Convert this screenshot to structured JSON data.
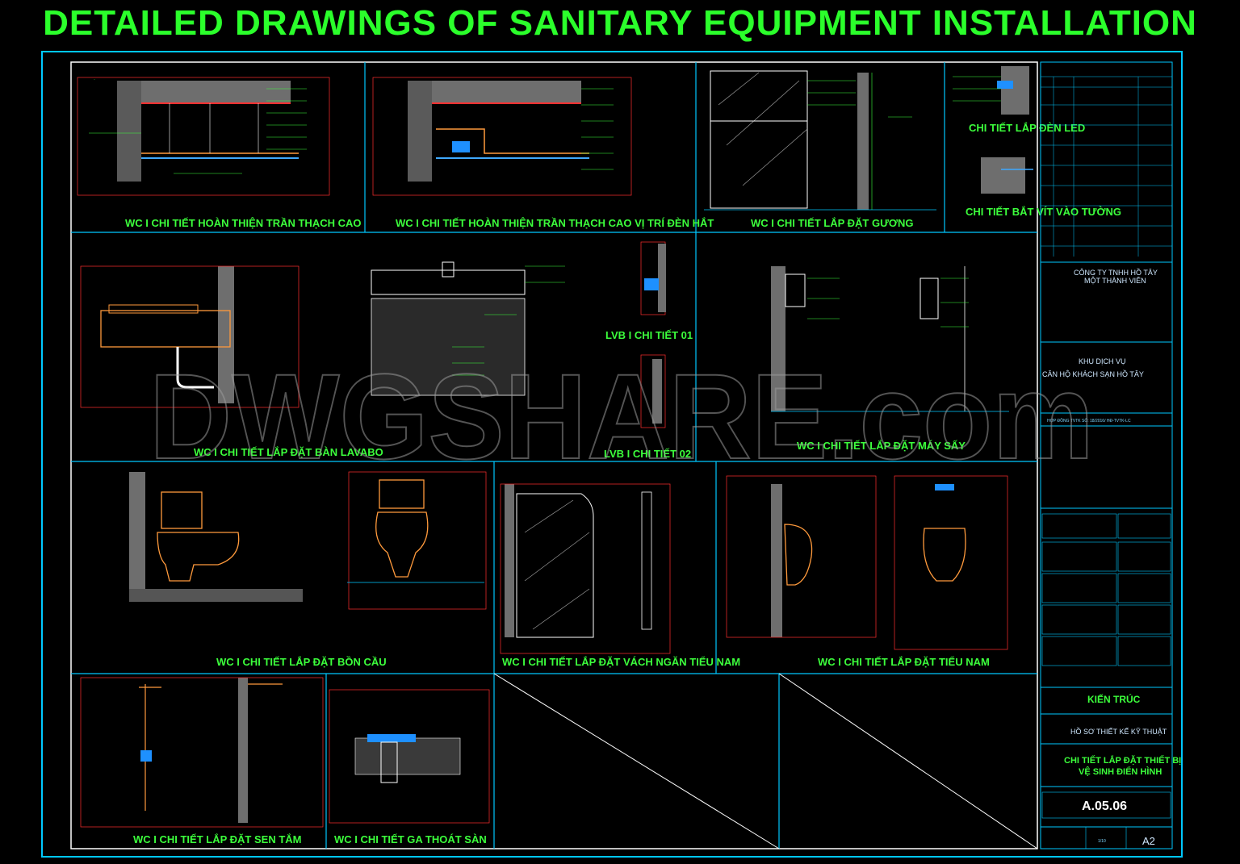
{
  "title": "DETAILED DRAWINGS OF SANITARY EQUIPMENT INSTALLATION",
  "watermark": "DWGSHARE.com",
  "colors": {
    "frame": "#00c8ff",
    "title": "#2bff2b",
    "annotation": "#3cff3c",
    "wall": "#7a7a7a",
    "fixture": "#ff9a3c",
    "section": "#ff3030"
  },
  "panels": {
    "ceiling": "WC I CHI TIẾT HOÀN THIỆN TRẦN THẠCH CAO",
    "ceiling_light": "WC I CHI TIẾT HOÀN THIỆN TRẦN THẠCH CAO VỊ TRÍ ĐÈN HẮT",
    "mirror": "WC I CHI TIẾT LẮP ĐẶT GƯƠNG",
    "led": "CHI TIẾT LẮP ĐÈN LED",
    "screw": "CHI TIẾT BẮT VÍT VÀO TƯỜNG",
    "lavabo": "WC I CHI TIẾT LẮP ĐẶT BÀN LAVABO",
    "lvb1": "LVB I CHI TIẾT 01",
    "lvb2": "LVB I CHI TIẾT 02",
    "dryer": "WC I CHI TIẾT LẮP ĐẶT MÁY SẤY",
    "toilet": "WC I CHI TIẾT LẮP ĐẶT BỒN CẦU",
    "partition": "WC I CHI TIẾT LẮP ĐẶT VÁCH NGĂN TIỂU NAM",
    "urinal": "WC I CHI TIẾT LẮP ĐẶT TIỂU NAM",
    "shower": "WC I CHI TIẾT LẮP ĐẶT SEN TẮM",
    "drain": "WC I CHI TIẾT GA THOÁT SÀN"
  },
  "title_block": {
    "company_line1": "CÔNG TY TNHH HỒ TÂY",
    "company_line2": "MỘT THÀNH VIÊN",
    "project_line1": "KHU DỊCH VỤ",
    "project_line2": "CĂN HỘ KHÁCH SẠN HỒ TÂY",
    "contract": "HỢP ĐỒNG TVTK SỐ: 18/2016/ HĐ-TVTK-LC",
    "discipline": "KIẾN TRÚC",
    "stage": "HỒ SƠ THIẾT KẾ KỸ THUẬT",
    "sheet_title_line1": "CHI TIẾT LẮP ĐẶT THIẾT BỊ",
    "sheet_title_line2": "VỆ SINH ĐIỂN HÌNH",
    "sheet_number": "A.05.06",
    "scale": "1/10",
    "size": "A2"
  }
}
